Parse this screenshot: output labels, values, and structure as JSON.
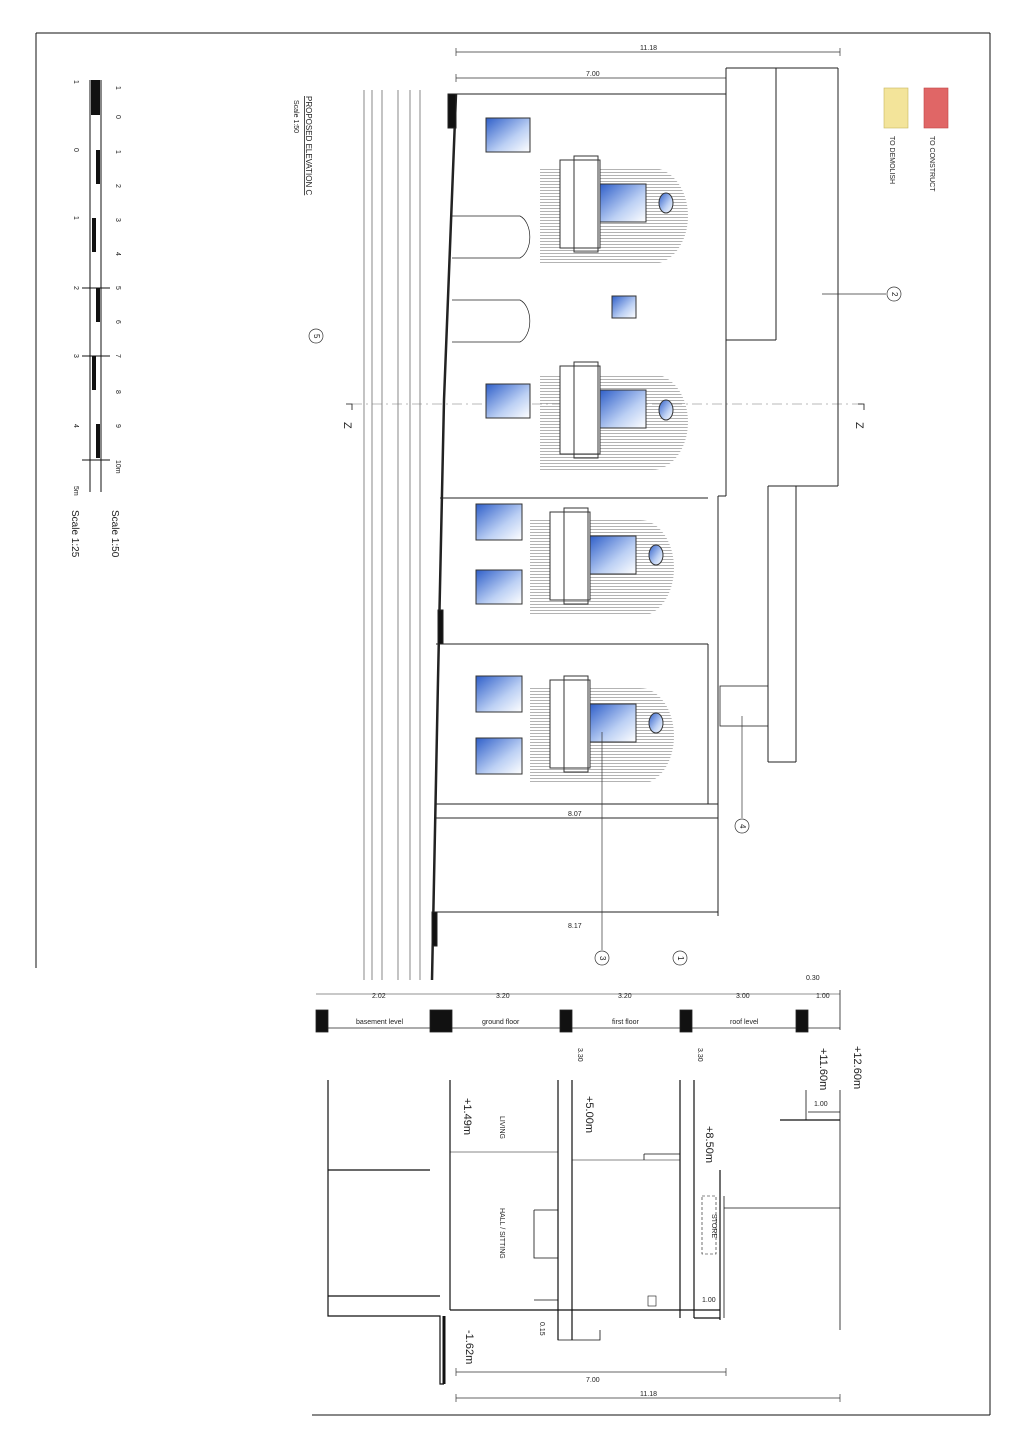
{
  "title": "PROPOSED ELEVATION C",
  "title_scale": "Scale 1:50",
  "legend": {
    "to_construct": {
      "label": "TO CONSTRUCT",
      "color": "#e06666"
    },
    "to_demolish": {
      "label": "TO DEMOLISH",
      "color": "#f3e49a"
    }
  },
  "scale_bar": {
    "scale_50_label": "Scale 1:50",
    "scale_25_label": "Scale 1:25",
    "ticks_50": [
      "1",
      "0",
      "1",
      "2",
      "3",
      "4",
      "5",
      "6",
      "7",
      "8",
      "9",
      "10m"
    ],
    "ticks_25": [
      "1",
      "0",
      "1",
      "2",
      "3",
      "4",
      "5m"
    ]
  },
  "markers": [
    "1",
    "2",
    "3",
    "4",
    "5"
  ],
  "section_label": "Z",
  "top_dims": [
    "11.18",
    "7.00"
  ],
  "elevation_dims": [
    "8.07",
    "8.17"
  ],
  "levels": {
    "dims": [
      "2.02",
      "3.20",
      "3.20",
      "3.00",
      "1.00",
      "0.30"
    ],
    "labels": [
      "basement level",
      "ground floor",
      "first floor",
      "roof level"
    ]
  },
  "section": {
    "heights": [
      "+1.49m",
      "+5.00m",
      "+8.50m",
      "+11.60m",
      "+12.60m",
      "-1.62m"
    ],
    "rooms": [
      "LIVING",
      "HALL / SITTING",
      "STORE"
    ],
    "dims": [
      "3.30",
      "3.30",
      "1.00",
      "1.00",
      "0.15"
    ],
    "bottom_dims": [
      "7.00",
      "11.18"
    ]
  }
}
